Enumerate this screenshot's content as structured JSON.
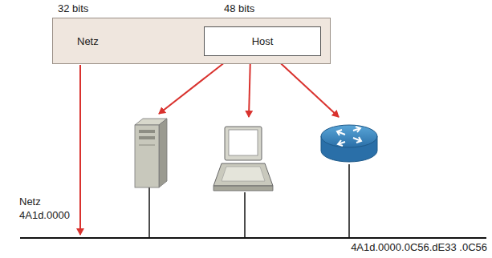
{
  "diagram": {
    "nodes": [
      {
        "text": [
          "Netz"
        ]
      },
      {
        "text": [
          "Host"
        ],
        "in": 0
      }
    ],
    "labels": [
      "32 bits",
      "48 bits",
      "Netz",
      "4A1d.0000",
      "4A1d.0000.0C56.dE33 .0C56"
    ]
  }
}
